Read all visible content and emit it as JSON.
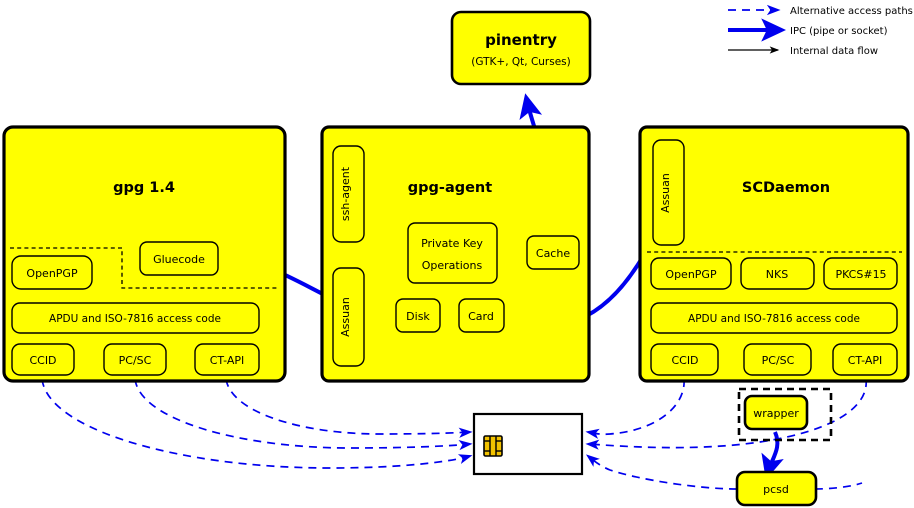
{
  "legend": {
    "items": [
      {
        "label": "Alternative access paths",
        "style": "dashed-blue",
        "color": "#0000ee"
      },
      {
        "label": "IPC (pipe or socket)",
        "style": "thick-blue",
        "color": "#0000ee"
      },
      {
        "label": "Internal data flow",
        "style": "thin-black",
        "color": "#000000"
      }
    ]
  },
  "colors": {
    "node_fill": "#ffff00",
    "node_stroke": "#000000",
    "ipc": "#0000ee",
    "alt_path": "#0000ee",
    "internal": "#000000",
    "card_fill": "#ffffff",
    "chip": "#f2c200"
  },
  "pinentry": {
    "title": "pinentry",
    "subtitle": "(GTK+, Qt, Curses)"
  },
  "gpg": {
    "title": "gpg 1.4",
    "gluecode": "Gluecode",
    "openpgp": "OpenPGP",
    "apdu": "APDU and ISO-7816 access code",
    "drivers": [
      "CCID",
      "PC/SC",
      "CT-API"
    ]
  },
  "gpgagent": {
    "title": "gpg-agent",
    "ssh_agent": "ssh-agent",
    "assuan": "Assuan",
    "private_key_line1": "Private Key",
    "private_key_line2": "Operations",
    "cache": "Cache",
    "disk": "Disk",
    "card": "Card"
  },
  "scdaemon": {
    "title": "SCDaemon",
    "assuan": "Assuan",
    "apps": [
      "OpenPGP",
      "NKS",
      "PKCS#15"
    ],
    "apdu": "APDU and ISO-7816 access code",
    "drivers": [
      "CCID",
      "PC/SC",
      "CT-API"
    ]
  },
  "wrapper": {
    "label": "wrapper"
  },
  "pcsd": {
    "label": "pcsd"
  },
  "smartcard": {
    "label": ""
  }
}
